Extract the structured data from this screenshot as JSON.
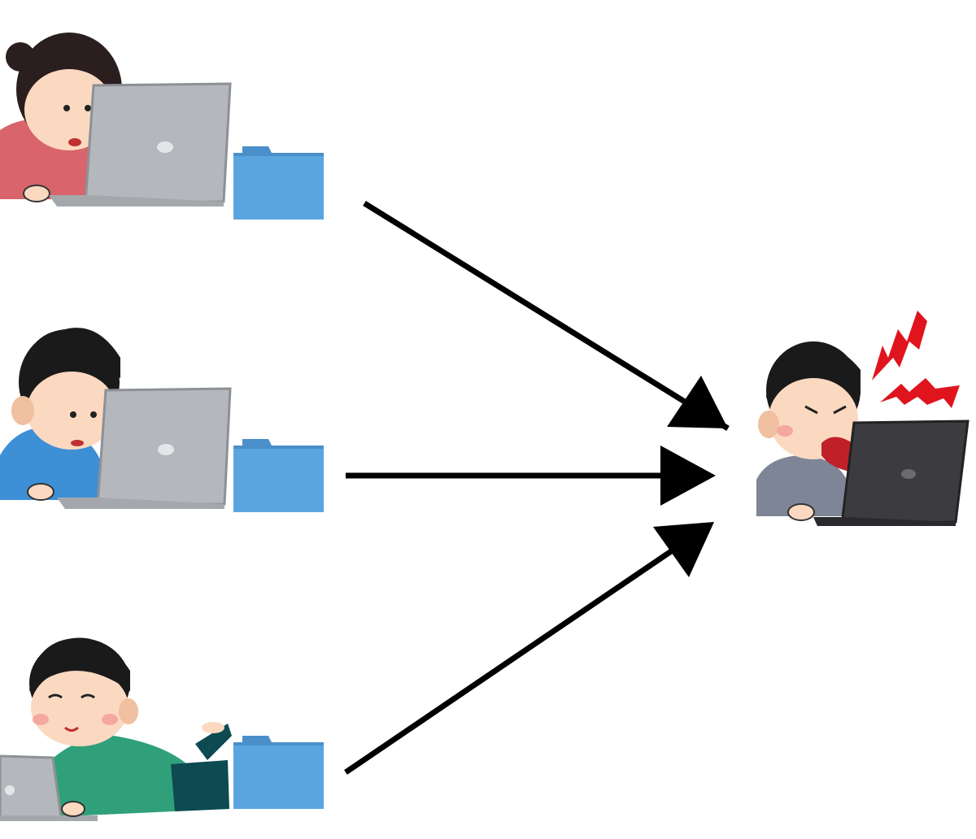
{
  "diagram": {
    "nodes": [
      {
        "id": "worker-1",
        "icon": "woman-working-on-laptop-icon",
        "shirt_color": "#d9646b",
        "attachment": "folder-icon"
      },
      {
        "id": "worker-2",
        "icon": "man-working-on-laptop-icon",
        "shirt_color": "#3d8fd6",
        "attachment": "folder-icon"
      },
      {
        "id": "worker-3",
        "icon": "man-lying-with-laptop-icon",
        "shirt_color": "#2fa07a",
        "attachment": "folder-icon"
      },
      {
        "id": "receiver",
        "icon": "angry-man-at-laptop-icon",
        "shirt_color": "#7d8597",
        "decoration": "red-lightning-anger-icon"
      }
    ],
    "edges": [
      {
        "from": "worker-1",
        "to": "receiver"
      },
      {
        "from": "worker-2",
        "to": "receiver"
      },
      {
        "from": "worker-3",
        "to": "receiver"
      }
    ],
    "colors": {
      "arrow": "#000000",
      "folder": "#5aa5e0",
      "folder_tab": "#4a8fca",
      "laptop": "#b4b8bd",
      "laptop_dark": "#3c3c40",
      "anger": "#e0141c"
    }
  }
}
